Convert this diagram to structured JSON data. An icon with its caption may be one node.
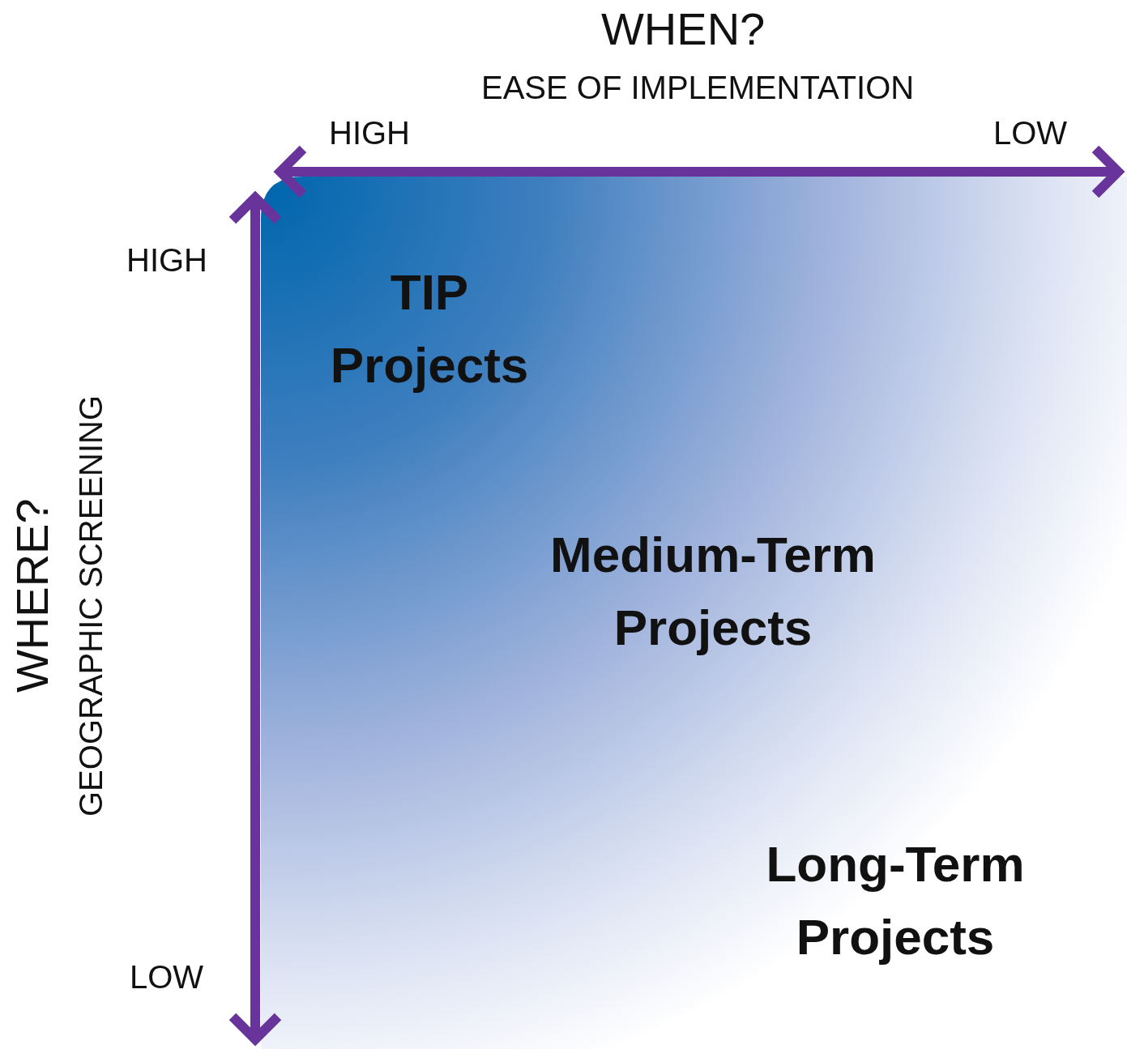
{
  "diagram": {
    "labels": [
      "WHEN?",
      "EASE OF IMPLEMENTATION",
      "HIGH",
      "LOW",
      "HIGH",
      "WHERE?",
      "GEOGRAPHIC SCREENING",
      "TIP Projects",
      "Medium-Term Projects",
      "Long-Term Projects",
      "LOW"
    ]
  }
}
